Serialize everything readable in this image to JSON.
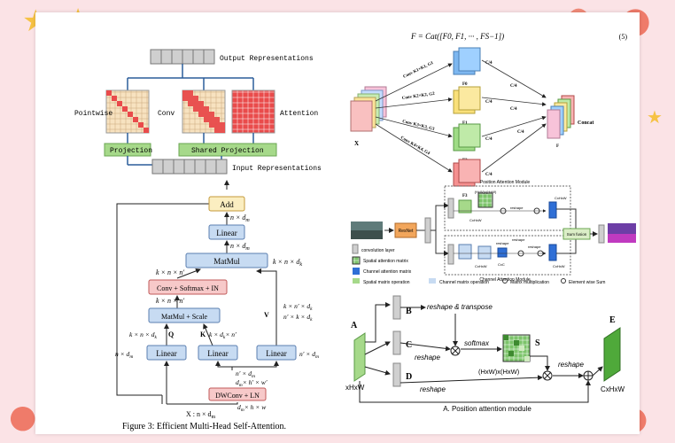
{
  "left_top": {
    "output_label": "Output Representations",
    "input_label": "Input Representations",
    "pointwise": "Pointwise",
    "conv": "Conv",
    "attention": "Attention",
    "projection": "Projection",
    "shared_projection": "Shared Projection"
  },
  "left_bottom": {
    "add": "Add",
    "linear_top": "Linear",
    "matmul": "MatMul",
    "conv_softmax": "Conv + Softmax + IN",
    "matmul_scale": "MatMul + Scale",
    "linear_q": "Linear",
    "linear_k": "Linear",
    "linear_v": "Linear",
    "dwconv": "DWConv + LN",
    "q": "Q",
    "k": "K",
    "v": "V",
    "dim_add": "n × d",
    "dim_add_sub": "m",
    "dim_matmul_right": "k × n × d",
    "dim_matmul_right_sub": "k",
    "dim_knn1": "k × n × n′",
    "dim_knn2": "k × n × n′",
    "dim_kndk": "k × n × d",
    "dim_kndk_sub": "k",
    "dim_kdkn": "k × d",
    "dim_kdkn_sub": "k",
    "dim_kdkn_tail": "× n′",
    "dim_kn_dk": "k × n′ × d",
    "dim_kn_dk_sub": "k",
    "dim_kn_dv": "n′ × k × d",
    "dim_kn_dv_sub": "k",
    "dim_ndm_left": "n × d",
    "dim_ndm_left_sub": "m",
    "dim_right_ndm": "n′ × d",
    "dim_right_ndm_sub": "m",
    "dim_mid_ndm": "n′ × d",
    "dim_mid_ndm_sub": "m",
    "dim_dhw2": "× h′ × w′",
    "dim_dm1": "d",
    "dim_dm1_sub": "m",
    "dim_dhw": "× h × w",
    "dim_dm2": "d",
    "dim_dm2_sub": "m",
    "x_label": "X : n × d",
    "x_label_sub": "m",
    "caption": "Figure 3: Efficient Multi-Head Self-Attention."
  },
  "right_top": {
    "equation": "F = Cat([F0, F1, ··· , FS−1])",
    "eq_number": "(5)",
    "x_label": "X",
    "conv0": "Conv K1×K1, G1",
    "conv1": "Conv K2×K2, G2",
    "conv2": "Conv K3×K3, G3",
    "conv3": "Conv K4×K4, G4",
    "c4_0": "C/4",
    "c4_1": "C/4",
    "c4_2": "C/4",
    "c4_3": "C/4",
    "c4_4": "C/4",
    "c4_5": "C/4",
    "c4_6": "C/4",
    "f0": "F0",
    "f1": "F1",
    "f2": "F2",
    "f3": "F3",
    "f_out": "F",
    "concat": "Concat"
  },
  "right_mid": {
    "pam_title": "Position Attention Module",
    "cam_title": "Channel Attention Module",
    "resnet": "ResNet",
    "sum_fusion": "Sum fusion",
    "reshape1": "reshape",
    "reshape2": "reshape",
    "reshape3": "reshape",
    "reshape4": "reshape",
    "hxw": "(HxW)x(HxW)",
    "cxhxw1": "CxHxW",
    "cxhxw2": "CxHxW",
    "cxhxw3": "CxHxW",
    "cxhxw4": "CxHxW",
    "cxc": "CxC",
    "legend_conv": "convolution layer",
    "legend_spatial": "Spatial attention matrix",
    "legend_channel": "Channel attention matrix",
    "legend_spatial_op": "Spatial matrix operation",
    "legend_channel_op": "Channel matrix operation",
    "legend_mm": "Matrix multiplication",
    "legend_sum": "Element wise Sum"
  },
  "right_bottom": {
    "a": "A",
    "b": "B",
    "c": "C",
    "d": "D",
    "s": "S",
    "e": "E",
    "reshape_transpose": "reshape & transpose",
    "reshape_c": "reshape",
    "reshape_d": "reshape",
    "reshape_e": "reshape",
    "softmax": "softmax",
    "hxw": "(HxW)x(HxW)",
    "xhxw": "xHxW",
    "cxhxw": "CxHxW",
    "caption": "A. Position attention module"
  },
  "colors": {
    "background": "#fbe3e6",
    "grid_orange": "#f7e2c0",
    "grid_red": "#e94b4b",
    "projection_green": "#a6d98a",
    "box_yellow": "#fbeec1",
    "box_blue": "#c7dbf2",
    "box_pink": "#f7c9c9"
  }
}
